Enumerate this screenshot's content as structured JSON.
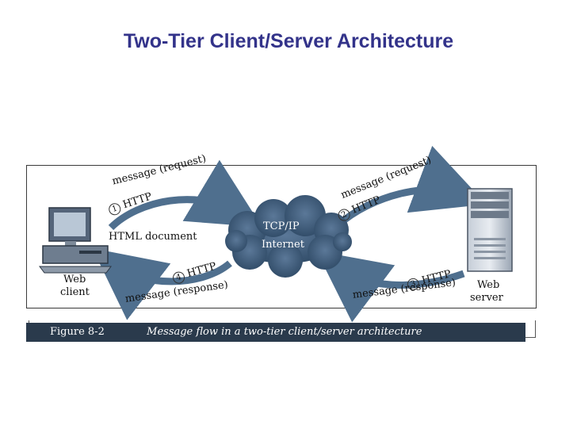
{
  "title": "Two-Tier Client/Server Architecture",
  "diagram": {
    "cloud_line1": "TCP/IP",
    "cloud_line2": "Internet",
    "client_label_1": "Web",
    "client_label_2": "client",
    "server_label_1": "Web",
    "server_label_2": "server",
    "html_document": "HTML document",
    "arrows": [
      {
        "step": "1",
        "protocol": "HTTP",
        "message": "message (request)"
      },
      {
        "step": "2",
        "protocol": "HTTP",
        "message": "message (request)"
      },
      {
        "step": "3",
        "protocol": "HTTP",
        "message": "message (response)"
      },
      {
        "step": "4",
        "protocol": "HTTP",
        "message": "message (response)"
      }
    ]
  },
  "caption": {
    "number": "Figure 8-2",
    "text": "Message flow in a two-tier client/server architecture"
  },
  "colors": {
    "title": "#33338a",
    "arrow": "#4f6f8e",
    "cloud": "#3d5a78",
    "caption_bar": "#2a3a4c"
  }
}
